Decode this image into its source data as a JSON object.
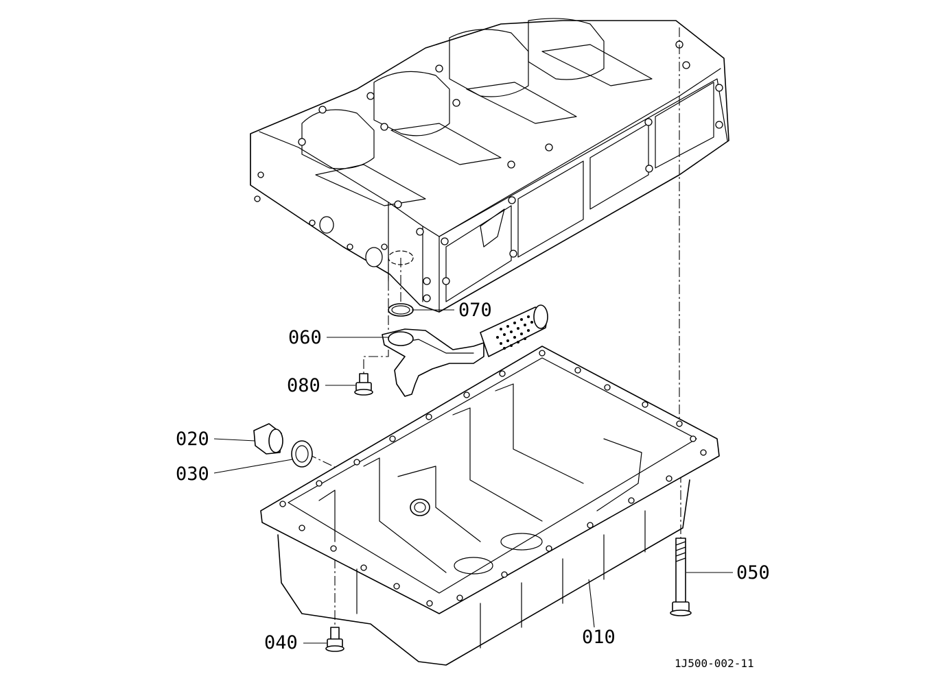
{
  "diagram": {
    "drawing_code": "1J500-002-11",
    "parts": [
      {
        "id": "p010",
        "label": "010"
      },
      {
        "id": "p020",
        "label": "020"
      },
      {
        "id": "p030",
        "label": "030"
      },
      {
        "id": "p040",
        "label": "040"
      },
      {
        "id": "p050",
        "label": "050"
      },
      {
        "id": "p060",
        "label": "060"
      },
      {
        "id": "p070",
        "label": "070"
      },
      {
        "id": "p080",
        "label": "080"
      }
    ]
  }
}
